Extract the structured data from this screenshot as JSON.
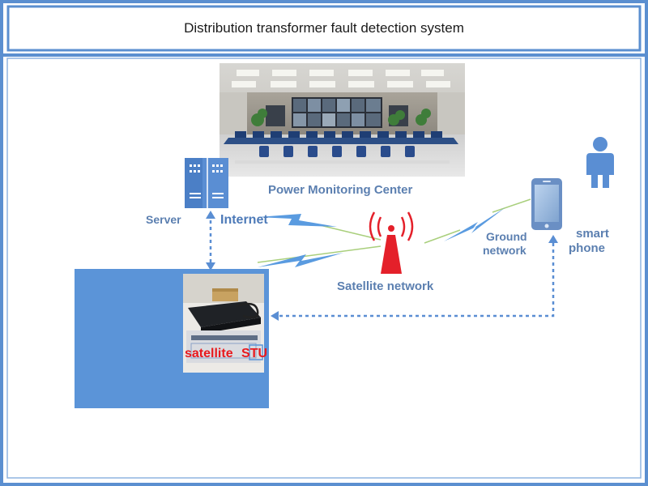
{
  "title": "Distribution transformer fault detection system",
  "labels": {
    "monitoring_center": "Power Monitoring Center",
    "server": "Server",
    "internet": "Internet",
    "satellite_network": "Satellite network",
    "ground_network_line1": "Ground",
    "ground_network_line2": "network",
    "smart_phone_line1": "smart",
    "smart_phone_line2": "phone",
    "satellite_stu_a": "satellite",
    "satellite_stu_b": "STU"
  },
  "colors": {
    "frame_blue": "#5b8fd0",
    "block_blue": "#5b94d8",
    "label_blue": "#5b7fb0",
    "lightning_blue": "#5a9be0",
    "tower_red": "#e4202a",
    "stu_red": "#e8191e",
    "link_green": "#a9cf7c"
  },
  "icons": {
    "server": "server-icon",
    "tower": "antenna-tower-icon",
    "phone": "smartphone-icon",
    "person": "person-icon",
    "control_room": "control-room-photo",
    "stu_device": "satellite-stu-device-photo"
  }
}
